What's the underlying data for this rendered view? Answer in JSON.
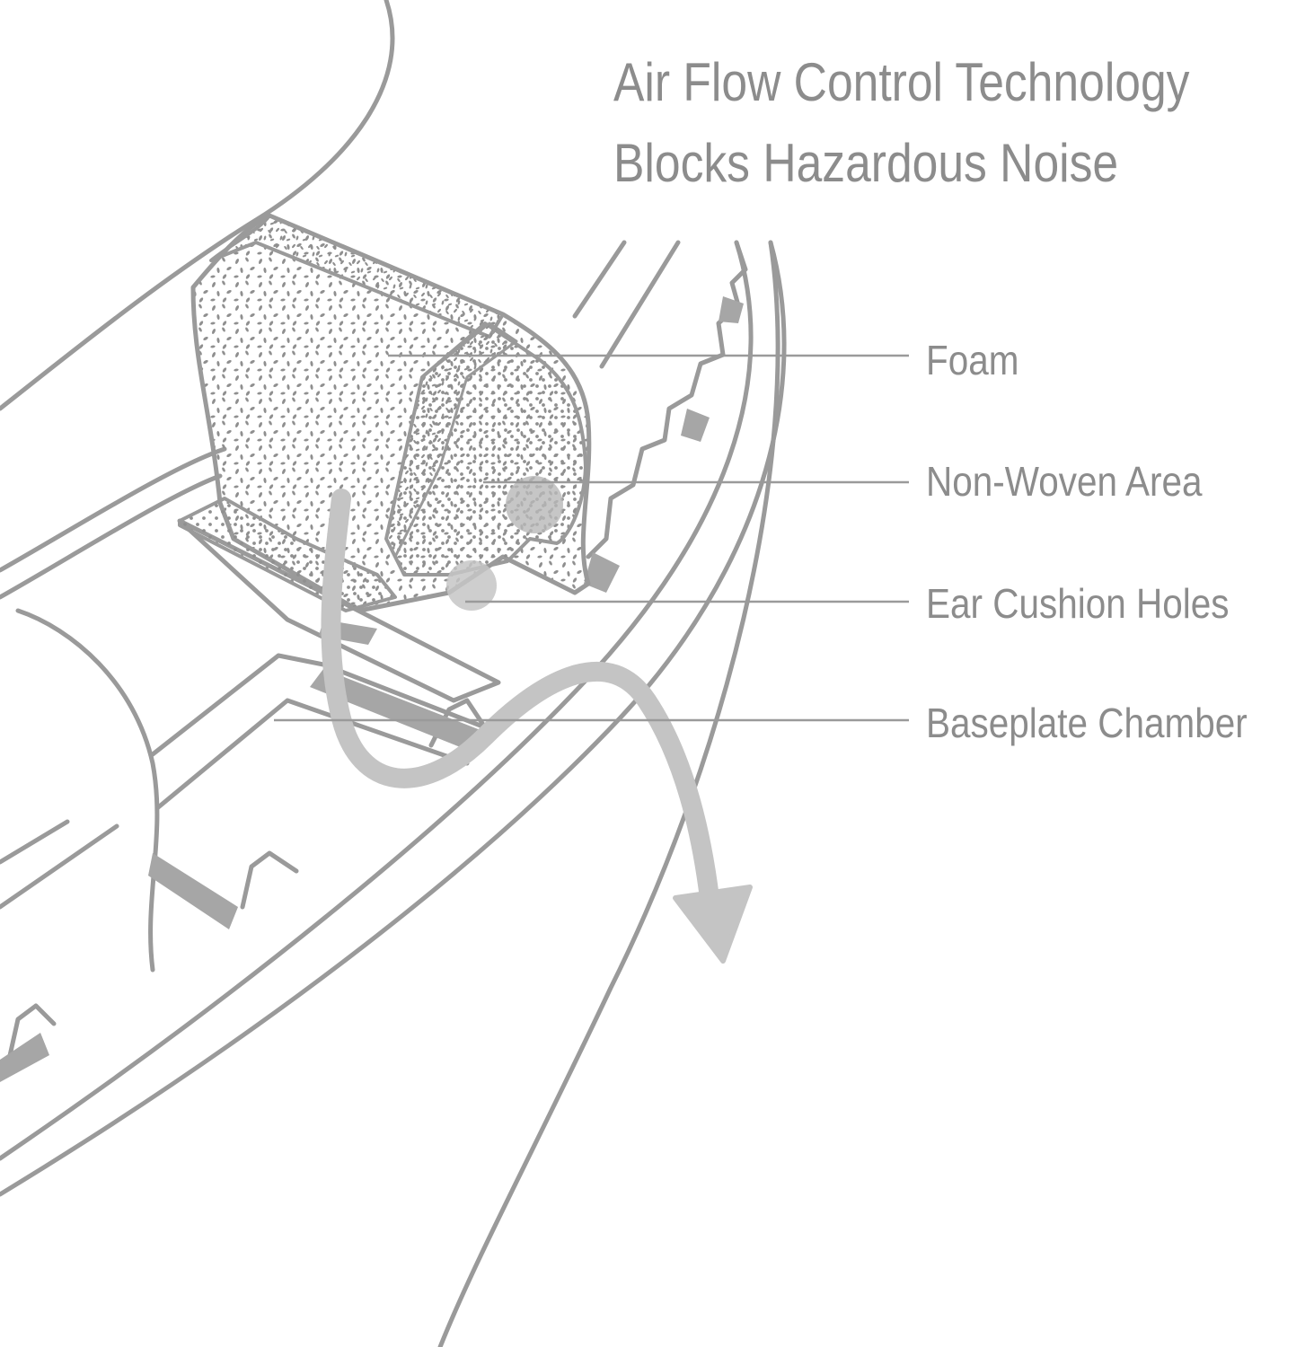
{
  "title": {
    "line1": "Air Flow Control Technology",
    "line2": "Blocks Hazardous Noise"
  },
  "labels": {
    "foam": "Foam",
    "non_woven": "Non-Woven Area",
    "ear_cushion_holes": "Ear Cushion Holes",
    "baseplate_chamber": "Baseplate Chamber"
  },
  "colors": {
    "outline": "#9a9a9a",
    "text": "#8c8c8c",
    "dark_fill": "#a6a6a6",
    "arrow": "#c4c4c4",
    "dots": "#8f8f8f"
  }
}
